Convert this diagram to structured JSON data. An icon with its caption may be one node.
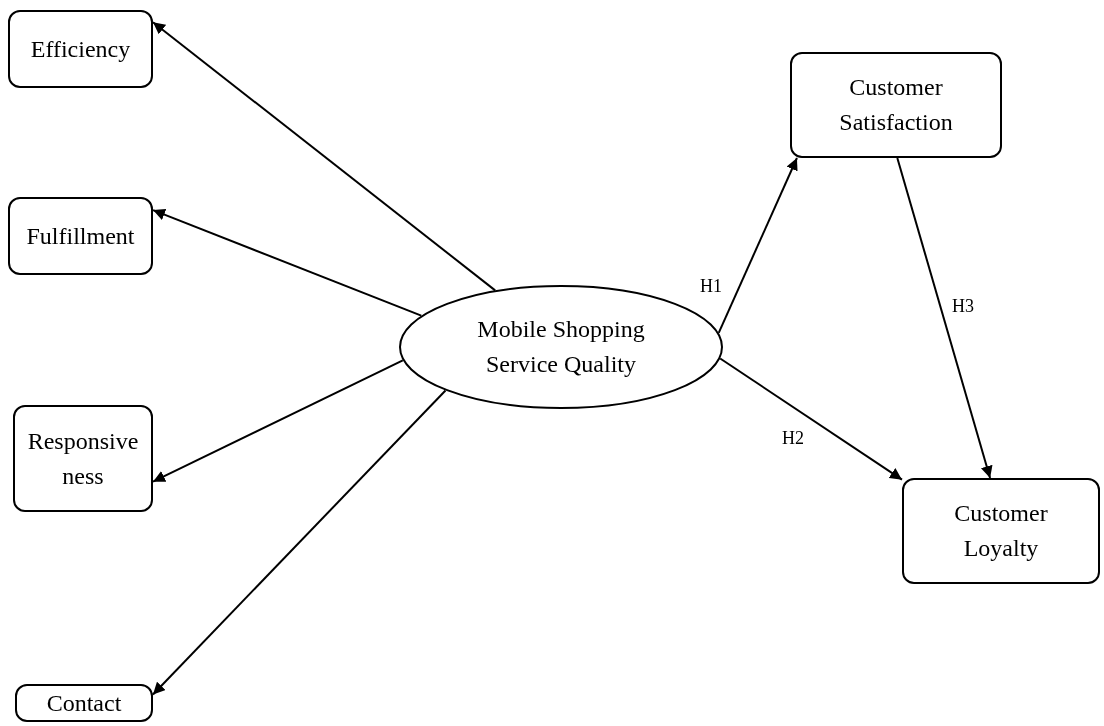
{
  "diagram": {
    "nodes": [
      {
        "text": [
          "Efficiency"
        ]
      },
      {
        "text": [
          "Fulfillment"
        ]
      },
      {
        "text": [
          "Responsive ness"
        ]
      },
      {
        "text": [
          "Contact"
        ]
      },
      {
        "text": [
          "Mobile Shopping Service Quality"
        ]
      },
      {
        "text": [
          "Customer Satisfaction"
        ]
      },
      {
        "text": [
          "Customer Loyalty"
        ]
      }
    ],
    "edges": [
      {
        "from": 4,
        "to": 0,
        "arrow": "to"
      },
      {
        "from": 4,
        "to": 1,
        "arrow": "to"
      },
      {
        "from": 4,
        "to": 2,
        "arrow": "to"
      },
      {
        "from": 4,
        "to": 3,
        "arrow": "to"
      },
      {
        "from": 4,
        "to": 5,
        "arrow": "to",
        "label": "H1"
      },
      {
        "from": 4,
        "to": 6,
        "arrow": "to",
        "label": "H2"
      },
      {
        "from": 5,
        "to": 6,
        "arrow": "to",
        "label": "H3"
      }
    ]
  }
}
